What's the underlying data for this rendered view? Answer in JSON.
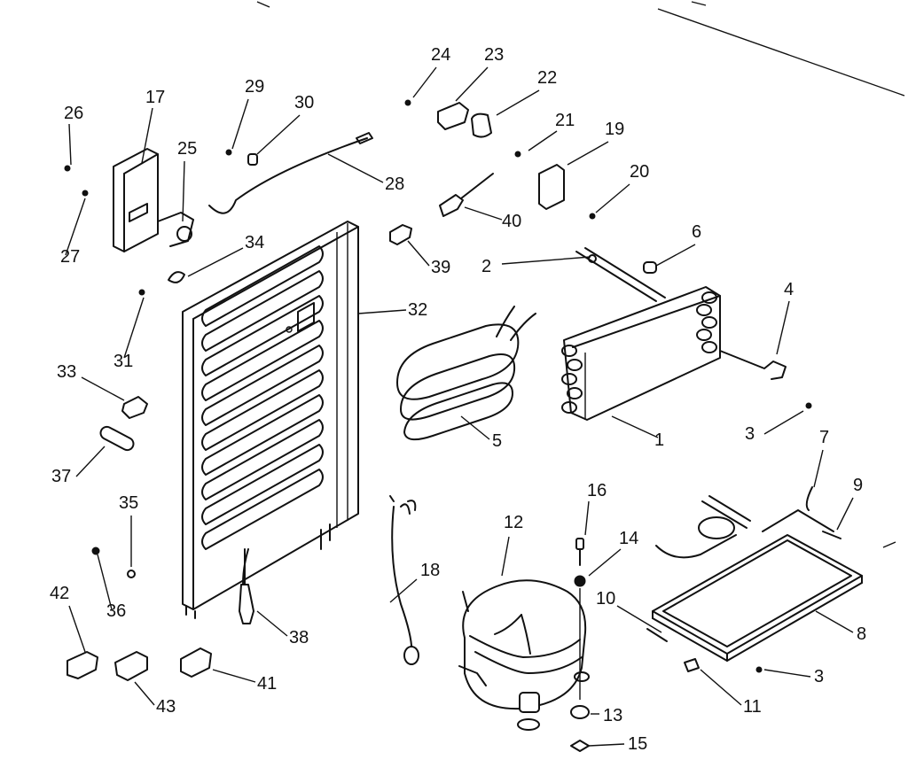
{
  "callouts": [
    {
      "id": "1",
      "text": "1"
    },
    {
      "id": "2",
      "text": "2"
    },
    {
      "id": "3a",
      "text": "3"
    },
    {
      "id": "3b",
      "text": "3"
    },
    {
      "id": "4",
      "text": "4"
    },
    {
      "id": "5",
      "text": "5"
    },
    {
      "id": "6",
      "text": "6"
    },
    {
      "id": "7",
      "text": "7"
    },
    {
      "id": "8",
      "text": "8"
    },
    {
      "id": "9",
      "text": "9"
    },
    {
      "id": "10",
      "text": "10"
    },
    {
      "id": "11",
      "text": "11"
    },
    {
      "id": "12",
      "text": "12"
    },
    {
      "id": "13",
      "text": "13"
    },
    {
      "id": "14",
      "text": "14"
    },
    {
      "id": "15",
      "text": "15"
    },
    {
      "id": "16",
      "text": "16"
    },
    {
      "id": "17",
      "text": "17"
    },
    {
      "id": "18",
      "text": "18"
    },
    {
      "id": "19",
      "text": "19"
    },
    {
      "id": "20",
      "text": "20"
    },
    {
      "id": "21",
      "text": "21"
    },
    {
      "id": "22",
      "text": "22"
    },
    {
      "id": "23",
      "text": "23"
    },
    {
      "id": "24",
      "text": "24"
    },
    {
      "id": "25",
      "text": "25"
    },
    {
      "id": "26",
      "text": "26"
    },
    {
      "id": "27",
      "text": "27"
    },
    {
      "id": "28",
      "text": "28"
    },
    {
      "id": "29",
      "text": "29"
    },
    {
      "id": "30",
      "text": "30"
    },
    {
      "id": "31",
      "text": "31"
    },
    {
      "id": "32",
      "text": "32"
    },
    {
      "id": "33",
      "text": "33"
    },
    {
      "id": "34",
      "text": "34"
    },
    {
      "id": "35",
      "text": "35"
    },
    {
      "id": "36",
      "text": "36"
    },
    {
      "id": "37",
      "text": "37"
    },
    {
      "id": "38",
      "text": "38"
    },
    {
      "id": "39",
      "text": "39"
    },
    {
      "id": "40",
      "text": "40"
    },
    {
      "id": "41",
      "text": "41"
    },
    {
      "id": "42",
      "text": "42"
    },
    {
      "id": "43",
      "text": "43"
    }
  ]
}
